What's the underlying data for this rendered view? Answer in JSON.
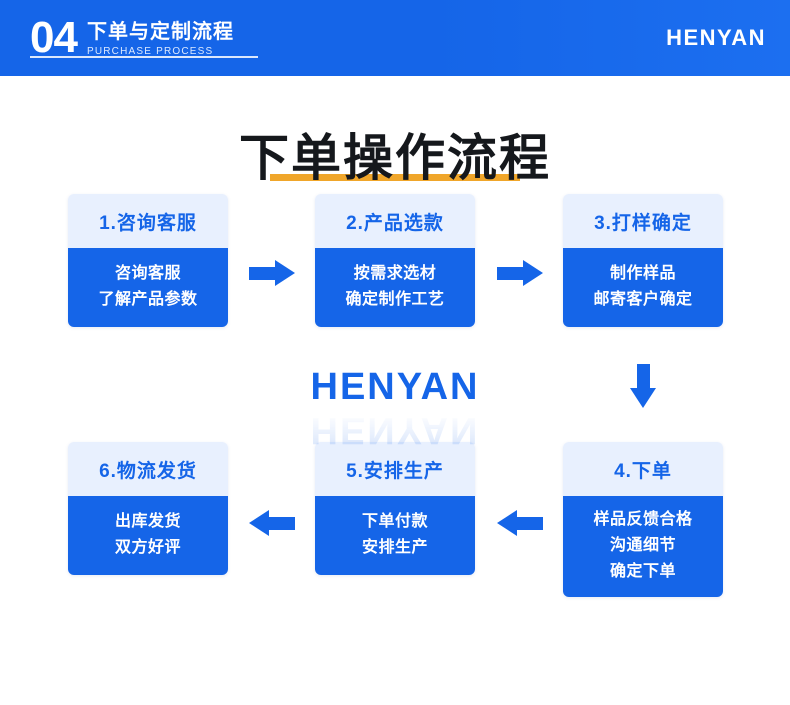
{
  "header": {
    "number": "04",
    "title_cn": "下单与定制流程",
    "title_en": "PURCHASE PROCESS",
    "brand": "HENYAN",
    "bg_color": "#1565e8"
  },
  "main_title": {
    "text": "下单操作流程",
    "highlight_color": "#f0a62a"
  },
  "watermark": {
    "text": "HENYAN"
  },
  "flow": {
    "accent_color": "#1565e8",
    "head_bg_color": "#e8f0fe",
    "steps": [
      {
        "id": "step-1",
        "head": "1.咨询客服",
        "body_line1": "咨询客服",
        "body_line2": "了解产品参数",
        "body_line3": ""
      },
      {
        "id": "step-2",
        "head": "2.产品选款",
        "body_line1": "按需求选材",
        "body_line2": "确定制作工艺",
        "body_line3": ""
      },
      {
        "id": "step-3",
        "head": "3.打样确定",
        "body_line1": "制作样品",
        "body_line2": "邮寄客户确定",
        "body_line3": ""
      },
      {
        "id": "step-4",
        "head": "4.下单",
        "body_line1": "样品反馈合格",
        "body_line2": "沟通细节",
        "body_line3": "确定下单"
      },
      {
        "id": "step-5",
        "head": "5.安排生产",
        "body_line1": "下单付款",
        "body_line2": "安排生产",
        "body_line3": ""
      },
      {
        "id": "step-6",
        "head": "6.物流发货",
        "body_line1": "出库发货",
        "body_line2": "双方好评",
        "body_line3": ""
      }
    ],
    "arrows": [
      {
        "id": "arrow-1-2",
        "direction": "right"
      },
      {
        "id": "arrow-2-3",
        "direction": "right"
      },
      {
        "id": "arrow-3-4",
        "direction": "down"
      },
      {
        "id": "arrow-4-5",
        "direction": "left"
      },
      {
        "id": "arrow-5-6",
        "direction": "left"
      }
    ]
  }
}
